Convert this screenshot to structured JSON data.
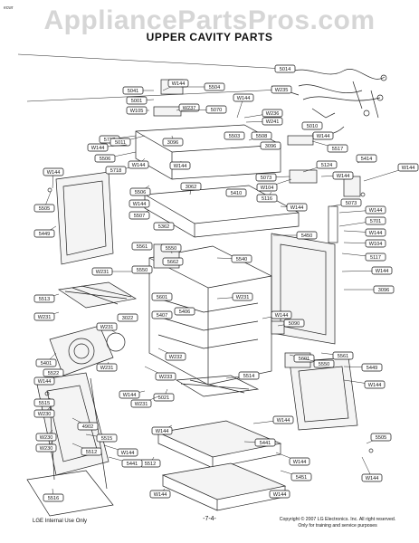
{
  "header": {
    "watermark": "AppliancePartsPros.com",
    "title": "UPPER CAVITY PARTS",
    "corner_mark": "ecwr"
  },
  "callouts": [
    {
      "label": "5014"
    },
    {
      "label": "W235"
    },
    {
      "label": "W144"
    },
    {
      "label": "5504"
    },
    {
      "label": "5041"
    },
    {
      "label": "5001"
    },
    {
      "label": "W105"
    },
    {
      "label": "W237"
    },
    {
      "label": "5070"
    },
    {
      "label": "W144"
    },
    {
      "label": "W236"
    },
    {
      "label": "W241"
    },
    {
      "label": "5010"
    },
    {
      "label": "W144"
    },
    {
      "label": "5717"
    },
    {
      "label": "5011"
    },
    {
      "label": "3096"
    },
    {
      "label": "5503"
    },
    {
      "label": "5508"
    },
    {
      "label": "W144"
    },
    {
      "label": "3096"
    },
    {
      "label": "5517"
    },
    {
      "label": "5506"
    },
    {
      "label": "5718"
    },
    {
      "label": "W144"
    },
    {
      "label": "W144"
    },
    {
      "label": "5124"
    },
    {
      "label": "5414"
    },
    {
      "label": "W144"
    },
    {
      "label": "5073"
    },
    {
      "label": "W144"
    },
    {
      "label": "W144"
    },
    {
      "label": "5506"
    },
    {
      "label": "3062"
    },
    {
      "label": "W104"
    },
    {
      "label": "5410"
    },
    {
      "label": "5116"
    },
    {
      "label": "5073"
    },
    {
      "label": "W144"
    },
    {
      "label": "5505"
    },
    {
      "label": "W144"
    },
    {
      "label": "5507"
    },
    {
      "label": "5362"
    },
    {
      "label": "W144"
    },
    {
      "label": "5701"
    },
    {
      "label": "5449"
    },
    {
      "label": "5450"
    },
    {
      "label": "W144"
    },
    {
      "label": "5561"
    },
    {
      "label": "5550"
    },
    {
      "label": "W104"
    },
    {
      "label": "5540"
    },
    {
      "label": "5662"
    },
    {
      "label": "5117"
    },
    {
      "label": "W231"
    },
    {
      "label": "5550"
    },
    {
      "label": "W144"
    },
    {
      "label": "5513"
    },
    {
      "label": "5601"
    },
    {
      "label": "W231"
    },
    {
      "label": "3096"
    },
    {
      "label": "W231"
    },
    {
      "label": "3022"
    },
    {
      "label": "5407"
    },
    {
      "label": "5406"
    },
    {
      "label": "W144"
    },
    {
      "label": "W231"
    },
    {
      "label": "5090"
    },
    {
      "label": "W232"
    },
    {
      "label": "5561"
    },
    {
      "label": "5401"
    },
    {
      "label": "5601"
    },
    {
      "label": "W231"
    },
    {
      "label": "5550"
    },
    {
      "label": "5522"
    },
    {
      "label": "W233"
    },
    {
      "label": "5514"
    },
    {
      "label": "5449"
    },
    {
      "label": "W144"
    },
    {
      "label": "W144"
    },
    {
      "label": "5021"
    },
    {
      "label": "5515"
    },
    {
      "label": "W231"
    },
    {
      "label": "W144"
    },
    {
      "label": "W230"
    },
    {
      "label": "4902"
    },
    {
      "label": "W144"
    },
    {
      "label": "W144"
    },
    {
      "label": "5515"
    },
    {
      "label": "W230"
    },
    {
      "label": "5441"
    },
    {
      "label": "5505"
    },
    {
      "label": "W230"
    },
    {
      "label": "5512"
    },
    {
      "label": "W144"
    },
    {
      "label": "5512"
    },
    {
      "label": "5441"
    },
    {
      "label": "W144"
    },
    {
      "label": "5451"
    },
    {
      "label": "5516"
    },
    {
      "label": "W144"
    },
    {
      "label": "W144"
    },
    {
      "label": "W144"
    }
  ],
  "footer": {
    "left": "LGE Internal Use Only",
    "page": "-7-4-",
    "copyright": "Copyright © 2007 LG Electronics. Inc. All right reserved.",
    "copyright_note": "Only for training and service purposes"
  }
}
